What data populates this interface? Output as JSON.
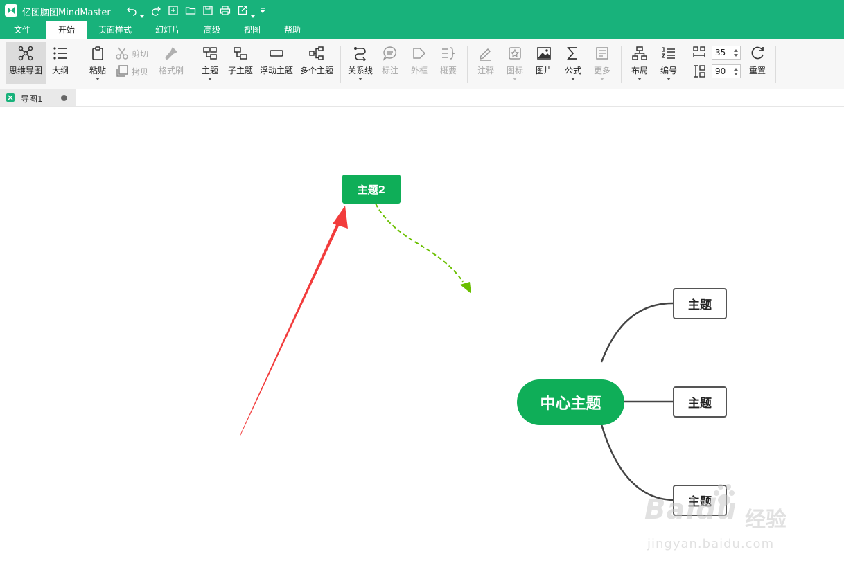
{
  "app": {
    "title": "亿图脑图MindMaster",
    "accent": "#18b27b"
  },
  "quick_access": [
    {
      "icon": "undo-icon"
    },
    {
      "icon": "redo-icon"
    },
    {
      "icon": "new-icon"
    },
    {
      "icon": "open-folder-icon"
    },
    {
      "icon": "save-icon"
    },
    {
      "icon": "print-icon"
    },
    {
      "icon": "export-icon"
    },
    {
      "icon": "customize-icon"
    }
  ],
  "tabs": [
    "文件",
    "开始",
    "页面样式",
    "幻灯片",
    "高级",
    "视图",
    "帮助"
  ],
  "active_tab": "开始",
  "ribbon": {
    "mindmap": "思维导图",
    "outline": "大纲",
    "paste": "粘贴",
    "cut": "剪切",
    "copy": "拷贝",
    "format_painter": "格式刷",
    "topic": "主题",
    "subtopic": "子主题",
    "floating_topic": "浮动主题",
    "multiple_topics": "多个主题",
    "relationship": "关系线",
    "callout": "标注",
    "boundary": "外框",
    "summary": "概要",
    "note": "注释",
    "icon": "图标",
    "image": "图片",
    "formula": "公式",
    "more": "更多",
    "layout": "布局",
    "numbering": "编号",
    "h_spacing": "35",
    "v_spacing": "90",
    "reset": "重置"
  },
  "document": {
    "tab_label": "导图1"
  },
  "mindmap": {
    "central": "中心主题",
    "floating": "主题2",
    "subtopics": [
      "主题",
      "主题",
      "主题"
    ],
    "colors": {
      "node": "#0fae58",
      "relationship": "#6abf00",
      "arrow": "#f23c3c",
      "branch": "#444444"
    }
  },
  "watermark": {
    "brand": "Baidu",
    "cn": "经验",
    "url": "jingyan.baidu.com"
  }
}
